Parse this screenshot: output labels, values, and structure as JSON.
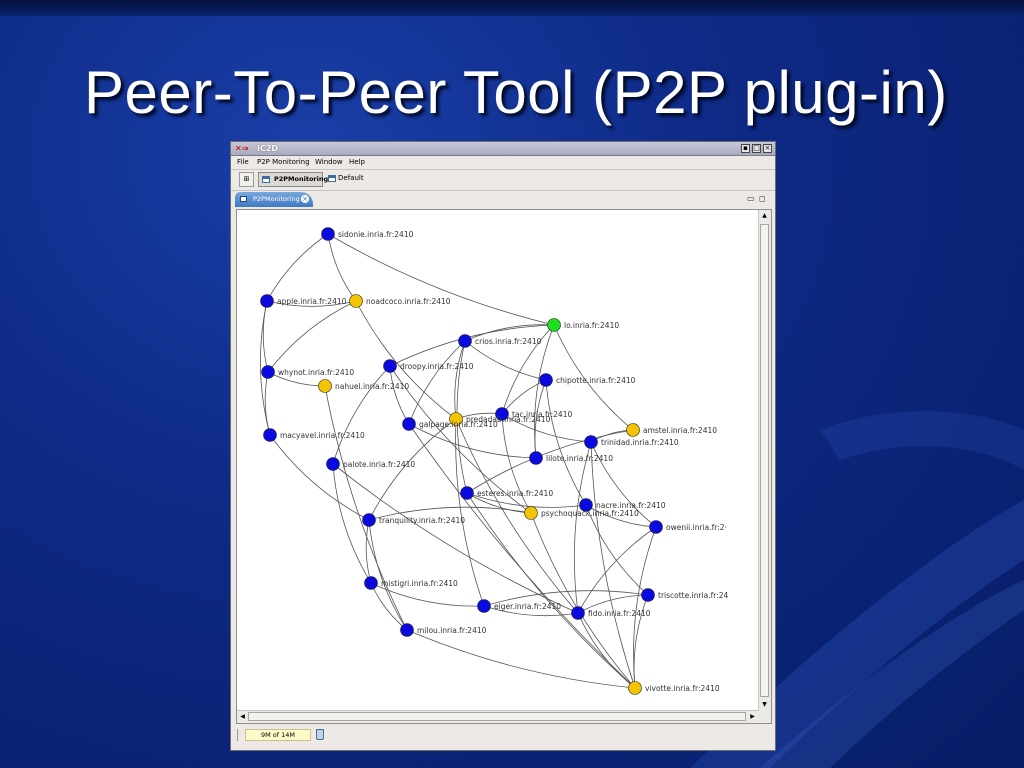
{
  "slide": {
    "title": "Peer-To-Peer Tool (P2P plug-in)"
  },
  "window": {
    "title": "IC2D",
    "controls": [
      "minimize-icon",
      "maximize-icon",
      "close-icon"
    ],
    "menu": [
      "File",
      "P2P Monitoring",
      "Window",
      "Help"
    ],
    "toolbar": {
      "perspective_buttons": [
        "P2PMonitoring",
        "Default"
      ],
      "active": "P2PMonitoring"
    },
    "view_tab": {
      "label": "P2PMonitoring"
    },
    "status": {
      "heap": "9M of 14M"
    }
  },
  "colors": {
    "node_blue": "#0a0ae0",
    "node_yellow": "#f5c400",
    "node_green": "#1de01d",
    "edge": "#555555",
    "title_text": "#ffffff"
  },
  "network": {
    "nodes": [
      {
        "id": "sidonie",
        "label": "sidonie.inria.fr:2410",
        "status": "blue"
      },
      {
        "id": "apple",
        "label": "apple.inria.fr:2410",
        "status": "blue"
      },
      {
        "id": "noadcoco",
        "label": "noadcoco.inria.fr:2410",
        "status": "yellow"
      },
      {
        "id": "lo",
        "label": "lo.inria.fr:2410",
        "status": "green"
      },
      {
        "id": "crios",
        "label": "crios.inria.fr:2410",
        "status": "blue"
      },
      {
        "id": "droopy",
        "label": "droopy.inria.fr:2410",
        "status": "blue"
      },
      {
        "id": "whynot",
        "label": "whynot.inria.fr:2410",
        "status": "blue"
      },
      {
        "id": "nahuel",
        "label": "nahuel.inria.fr:2410",
        "status": "yellow"
      },
      {
        "id": "chipotte",
        "label": "chipotte.inria.fr:2410",
        "status": "blue"
      },
      {
        "id": "tac",
        "label": "tac.inria.fr:2410",
        "status": "blue"
      },
      {
        "id": "predadab",
        "label": "predadab.inria.fr:2410",
        "status": "yellow"
      },
      {
        "id": "galpage",
        "label": "galpage.inria.fr:2410",
        "status": "blue"
      },
      {
        "id": "amstel",
        "label": "amstel.inria.fr:2410",
        "status": "yellow"
      },
      {
        "id": "macyavel",
        "label": "macyavel.inria.fr:2410",
        "status": "blue"
      },
      {
        "id": "trinidad",
        "label": "trinidad.inria.fr:2410",
        "status": "blue"
      },
      {
        "id": "lilote",
        "label": "lilote.inria.fr:2410",
        "status": "blue"
      },
      {
        "id": "palote",
        "label": "palote.inria.fr:2410",
        "status": "blue"
      },
      {
        "id": "esteres",
        "label": "esteres.inria.fr:2410",
        "status": "blue"
      },
      {
        "id": "nacre",
        "label": "nacre.inria.fr:2410",
        "status": "blue"
      },
      {
        "id": "psychoquack",
        "label": "psychoquack.inria.fr:2410",
        "status": "yellow"
      },
      {
        "id": "tranquility",
        "label": "tranquility.inria.fr:2410",
        "status": "blue"
      },
      {
        "id": "owenii",
        "label": "owenii.inria.fr:2·",
        "status": "blue"
      },
      {
        "id": "mistigri",
        "label": "mistigri.inria.fr:2410",
        "status": "blue"
      },
      {
        "id": "triscotte",
        "label": "triscotte.inria.fr:24",
        "status": "blue"
      },
      {
        "id": "eiger",
        "label": "eiger.inria.fr:2410",
        "status": "blue"
      },
      {
        "id": "fido",
        "label": "fido.inria.fr:2410",
        "status": "blue"
      },
      {
        "id": "milou",
        "label": "milou.inria.fr:2410",
        "status": "blue"
      },
      {
        "id": "vivotte",
        "label": "vivotte.inria.fr:2410",
        "status": "yellow"
      }
    ],
    "edges": [
      [
        "sidonie",
        "apple"
      ],
      [
        "sidonie",
        "noadcoco"
      ],
      [
        "sidonie",
        "lo"
      ],
      [
        "apple",
        "noadcoco"
      ],
      [
        "apple",
        "whynot"
      ],
      [
        "apple",
        "macyavel"
      ],
      [
        "noadcoco",
        "whynot"
      ],
      [
        "noadcoco",
        "predadab"
      ],
      [
        "lo",
        "crios"
      ],
      [
        "lo",
        "droopy"
      ],
      [
        "lo",
        "tac"
      ],
      [
        "lo",
        "lilote"
      ],
      [
        "lo",
        "amstel"
      ],
      [
        "crios",
        "chipotte"
      ],
      [
        "crios",
        "galpage"
      ],
      [
        "crios",
        "predadab"
      ],
      [
        "crios",
        "esteres"
      ],
      [
        "droopy",
        "galpage"
      ],
      [
        "droopy",
        "palote"
      ],
      [
        "droopy",
        "psychoquack"
      ],
      [
        "whynot",
        "nahuel"
      ],
      [
        "whynot",
        "macyavel"
      ],
      [
        "nahuel",
        "milou"
      ],
      [
        "chipotte",
        "tac"
      ],
      [
        "chipotte",
        "lilote"
      ],
      [
        "chipotte",
        "nacre"
      ],
      [
        "tac",
        "predadab"
      ],
      [
        "tac",
        "psychoquack"
      ],
      [
        "tac",
        "trinidad"
      ],
      [
        "predadab",
        "tranquility"
      ],
      [
        "predadab",
        "eiger"
      ],
      [
        "predadab",
        "fido"
      ],
      [
        "galpage",
        "lilote"
      ],
      [
        "galpage",
        "vivotte"
      ],
      [
        "amstel",
        "trinidad"
      ],
      [
        "amstel",
        "esteres"
      ],
      [
        "macyavel",
        "tranquility"
      ],
      [
        "trinidad",
        "fido"
      ],
      [
        "trinidad",
        "vivotte"
      ],
      [
        "trinidad",
        "owenii"
      ],
      [
        "palote",
        "mistigri"
      ],
      [
        "palote",
        "fido"
      ],
      [
        "esteres",
        "psychoquack"
      ],
      [
        "esteres",
        "nacre"
      ],
      [
        "esteres",
        "vivotte"
      ],
      [
        "nacre",
        "owenii"
      ],
      [
        "nacre",
        "triscotte"
      ],
      [
        "psychoquack",
        "tranquility"
      ],
      [
        "psychoquack",
        "vivotte"
      ],
      [
        "tranquility",
        "milou"
      ],
      [
        "tranquility",
        "mistigri"
      ],
      [
        "owenii",
        "fido"
      ],
      [
        "owenii",
        "vivotte"
      ],
      [
        "mistigri",
        "eiger"
      ],
      [
        "mistigri",
        "milou"
      ],
      [
        "triscotte",
        "fido"
      ],
      [
        "triscotte",
        "vivotte"
      ],
      [
        "triscotte",
        "eiger"
      ],
      [
        "eiger",
        "fido"
      ],
      [
        "fido",
        "vivotte"
      ],
      [
        "milou",
        "vivotte"
      ]
    ]
  }
}
